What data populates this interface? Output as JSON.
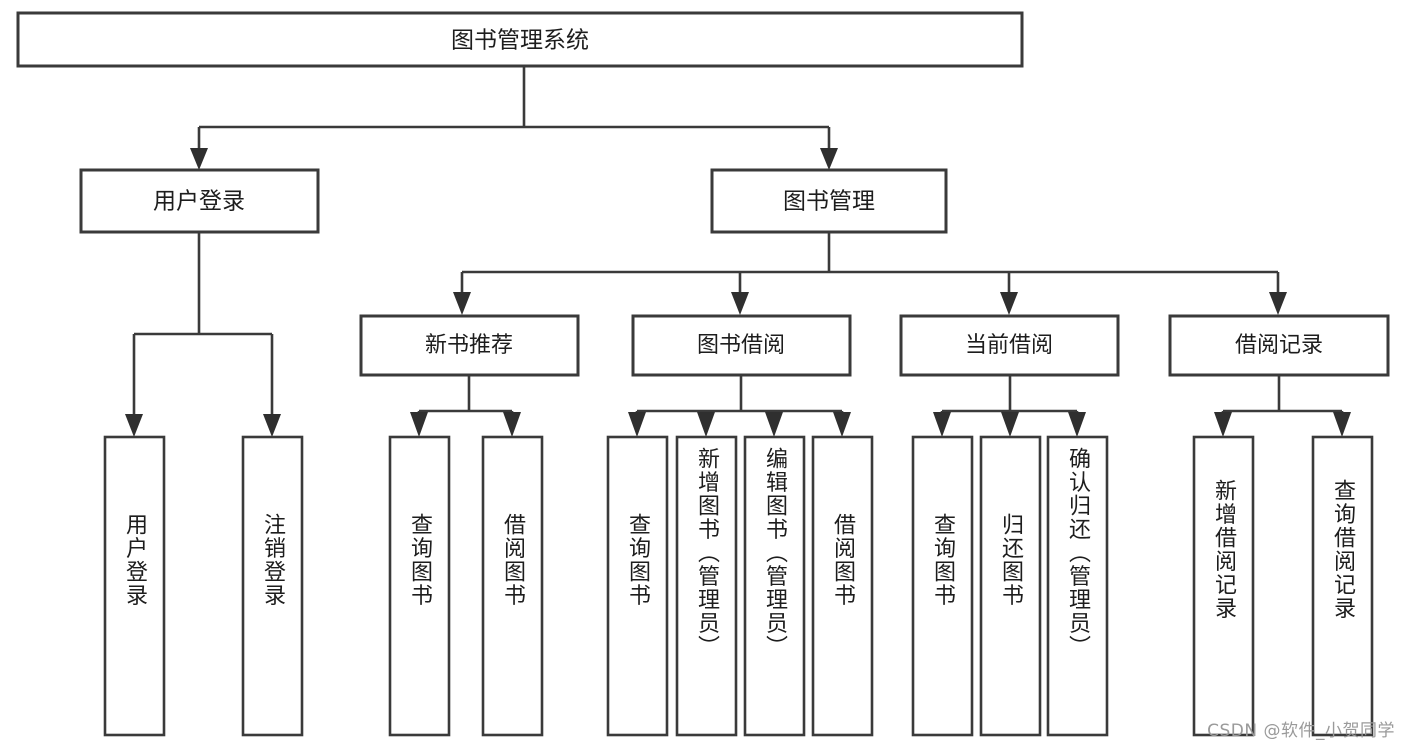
{
  "diagram": {
    "title": "图书管理系统",
    "watermark": "CSDN @软件_小贺同学",
    "colors": {
      "stroke": "#3a3a3a",
      "box_fill": "#ffffff",
      "text": "#1d1d1d",
      "watermark": "#9a9a9a",
      "background": "#ffffff"
    },
    "root": {
      "label": "图书管理系统"
    },
    "level2": [
      {
        "label": "用户登录"
      },
      {
        "label": "图书管理"
      }
    ],
    "level3": [
      {
        "label": "新书推荐"
      },
      {
        "label": "图书借阅"
      },
      {
        "label": "当前借阅"
      },
      {
        "label": "借阅记录"
      }
    ],
    "leaves": {
      "user_login": [
        {
          "label": "用户登录"
        },
        {
          "label": "注销登录"
        }
      ],
      "new_book_recommend": [
        {
          "label": "查询图书"
        },
        {
          "label": "借阅图书"
        }
      ],
      "book_borrow": [
        {
          "label": "查询图书"
        },
        {
          "label": "新增图书（管理员）"
        },
        {
          "label": "编辑图书（管理员）"
        },
        {
          "label": "借阅图书"
        }
      ],
      "current_borrow": [
        {
          "label": "查询图书"
        },
        {
          "label": "归还图书"
        },
        {
          "label": "确认归还（管理员）"
        }
      ],
      "borrow_records": [
        {
          "label": "新增借阅记录"
        },
        {
          "label": "查询借阅记录"
        }
      ]
    }
  }
}
